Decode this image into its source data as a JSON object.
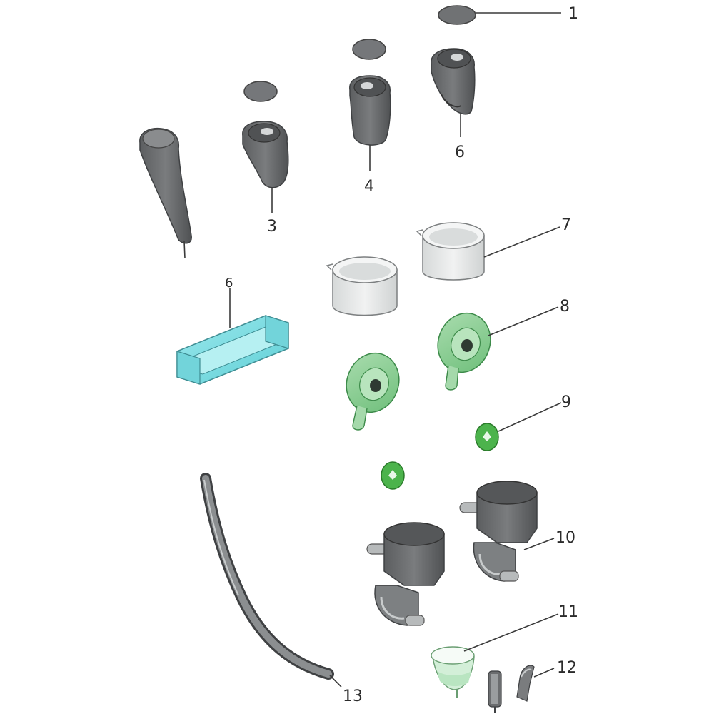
{
  "diagram": {
    "type": "exploded-parts-diagram",
    "callouts": [
      "1",
      "3",
      "4",
      "6",
      "6",
      "7",
      "8",
      "9",
      "10",
      "11",
      "12",
      "13"
    ],
    "colors": {
      "gray_part": "#6b6d6f",
      "dark_part": "#4f5153",
      "light_cup": "#e4e6e6",
      "green_part": "#8fcf9a",
      "green_dark": "#3fae3f",
      "cyan_part": "#7fdde3",
      "line": "#3a3a3a"
    }
  }
}
